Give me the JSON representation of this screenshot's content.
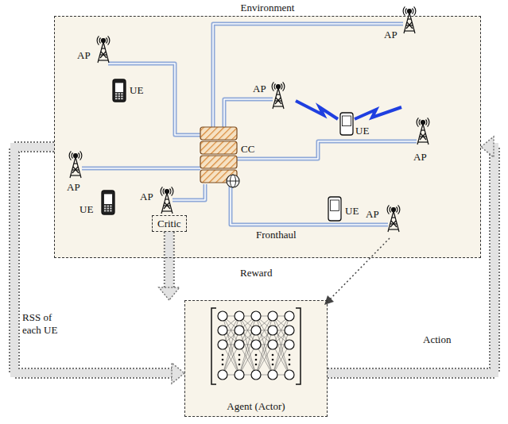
{
  "diagram": {
    "nodes": [
      {
        "text": [
          "Environment"
        ]
      },
      {
        "text": [
          "Critic"
        ],
        "in": 0
      },
      {
        "text": [
          "Agent (Actor)"
        ]
      }
    ],
    "edges": [
      {
        "from": 0,
        "to": 2,
        "arrow": "to",
        "label": "RSS of each UE"
      },
      {
        "from": 1,
        "to": 2,
        "arrow": "to",
        "label": "Reward"
      },
      {
        "from": 2,
        "to": 0,
        "arrow": "to",
        "label": "Action"
      }
    ],
    "labels": [
      "AP",
      "AP",
      "UE",
      "AP",
      "UE",
      "CC",
      "AP",
      "AP",
      "AP",
      "UE",
      "UE",
      "AP",
      "Fronthaul"
    ]
  }
}
